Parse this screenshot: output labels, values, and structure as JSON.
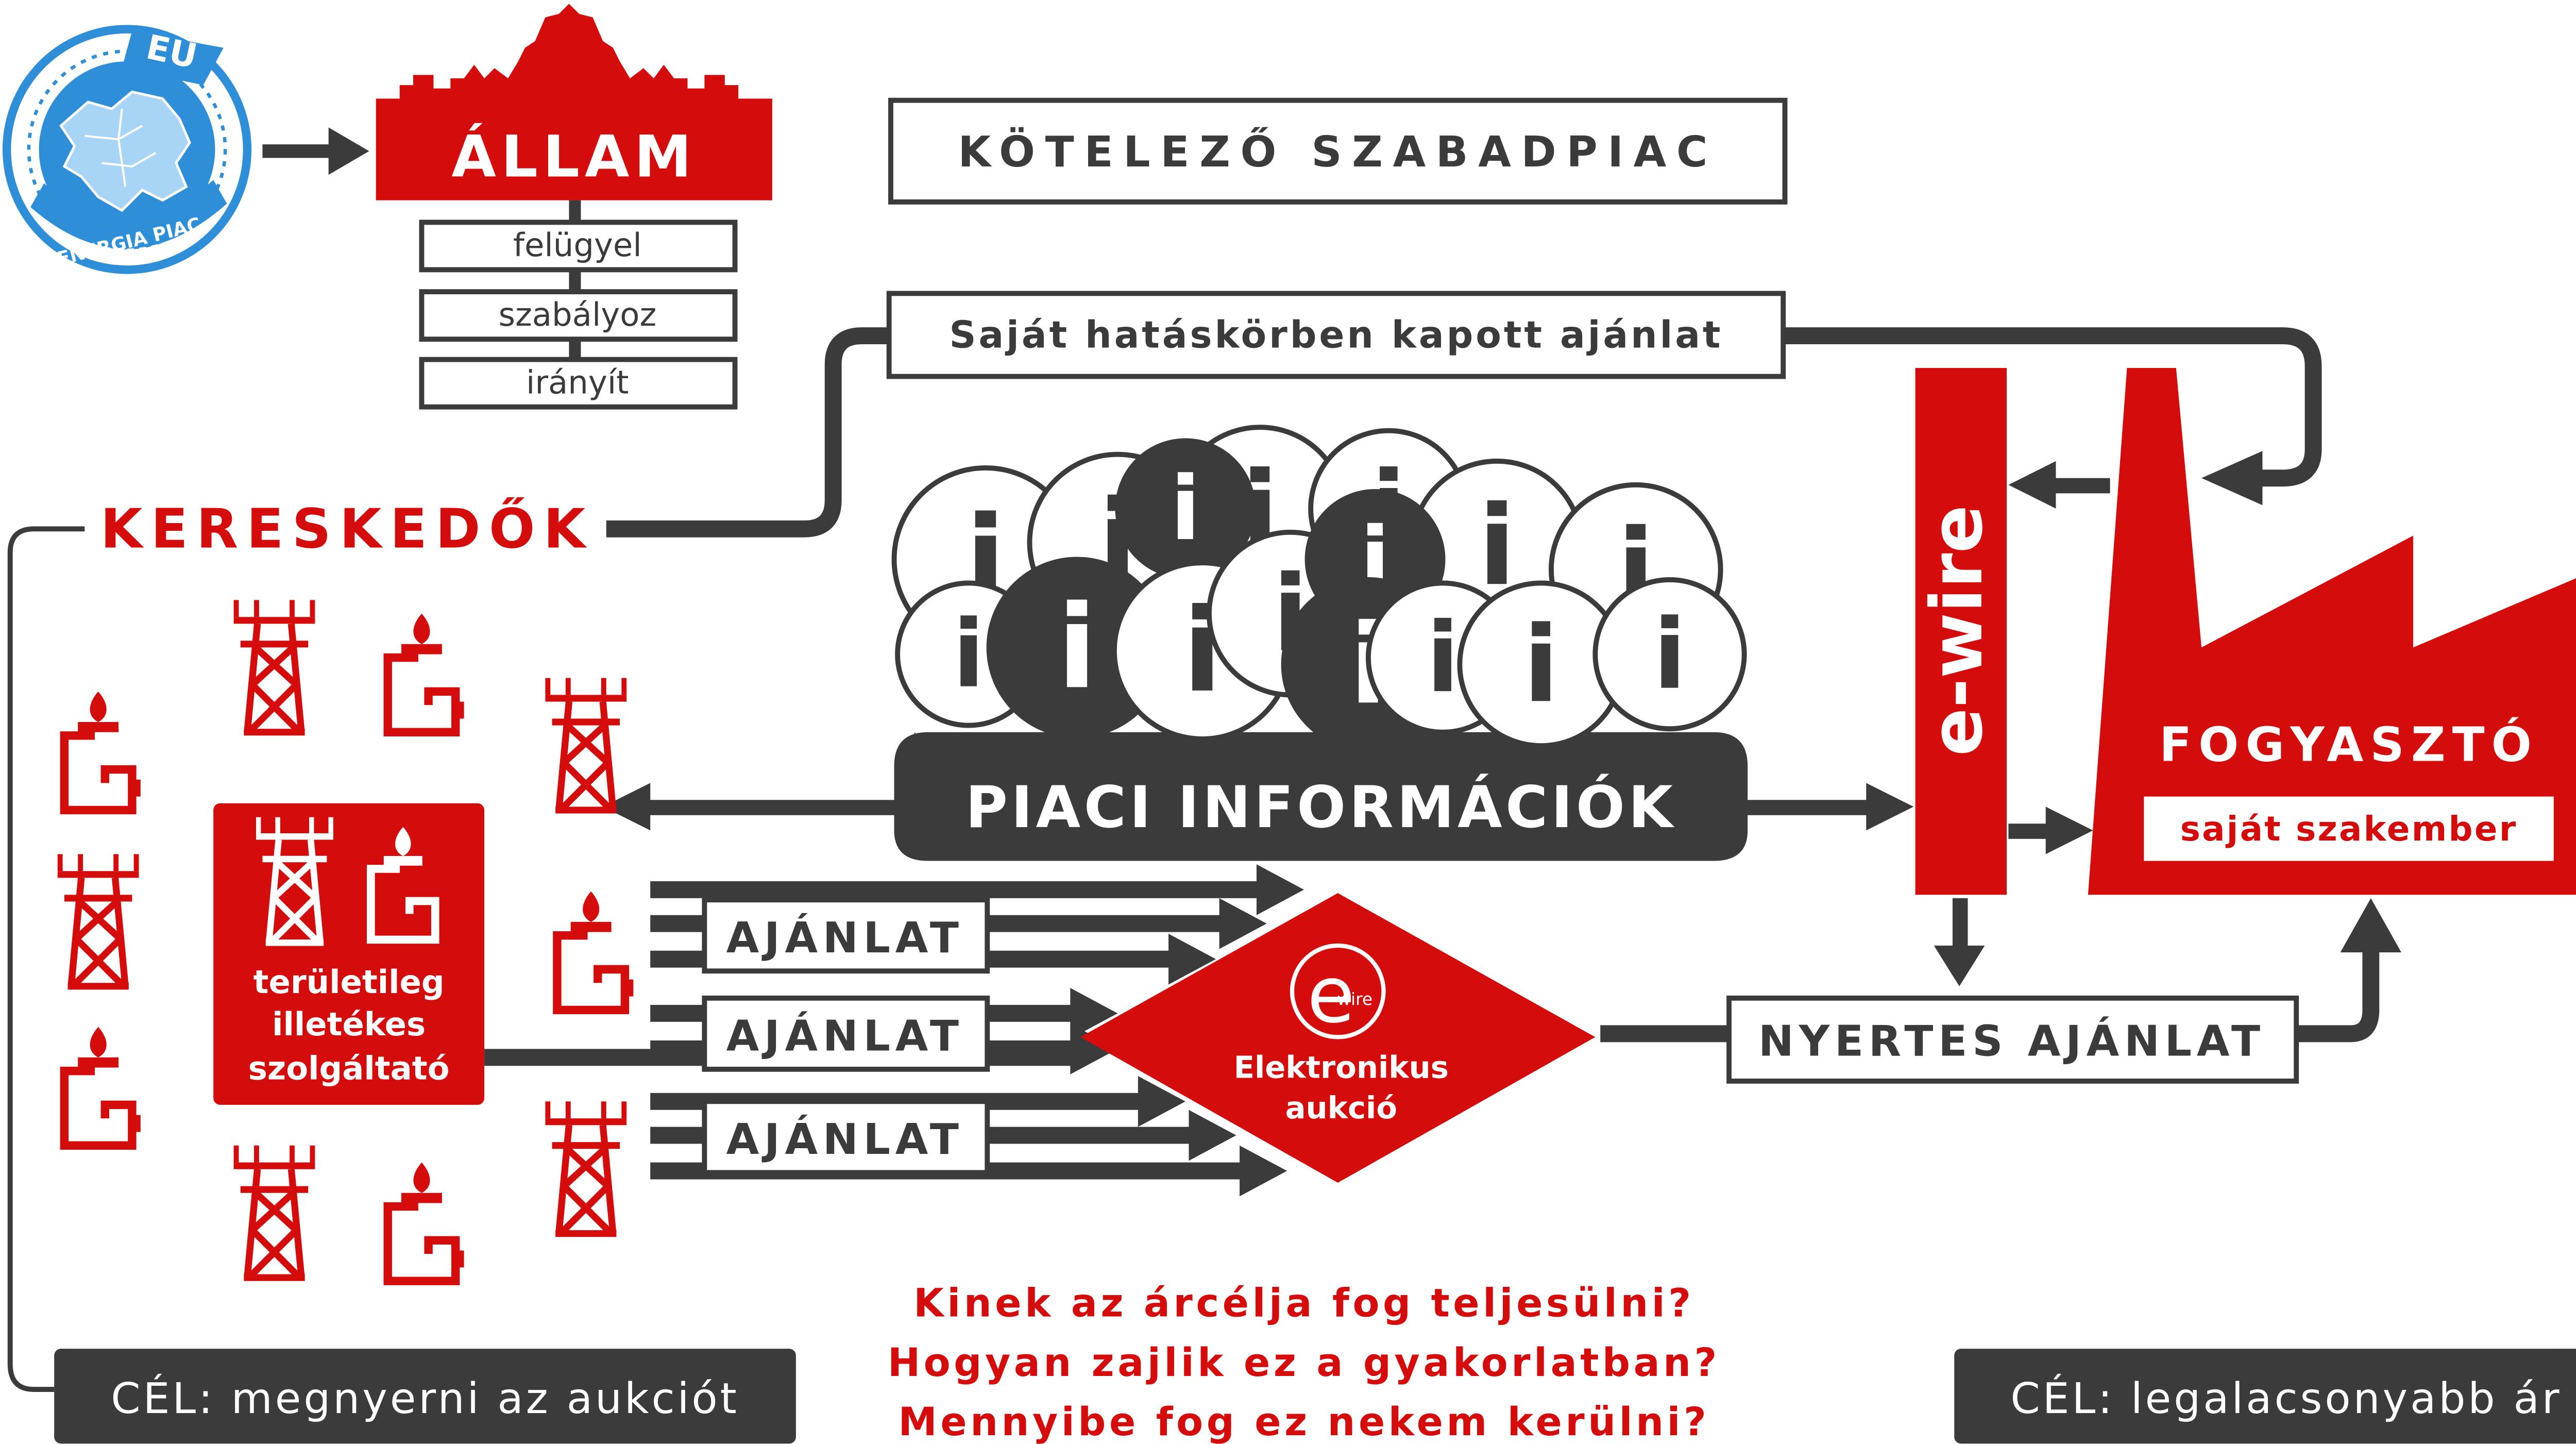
{
  "colors": {
    "red": "#d50c0c",
    "dark": "#3b3b3b",
    "white": "#ffffff",
    "eu_blue": "#2e8fd8"
  },
  "eu_badge": {
    "top": "EU",
    "bottom": "ENERGIA PIAC"
  },
  "allam": {
    "title": "ÁLLAM",
    "roles": [
      "felügyel",
      "szabályoz",
      "irányít"
    ]
  },
  "header": "KÖTELEZŐ SZABADPIAC",
  "own_offer": "Saját hatáskörben kapott ajánlat",
  "traders": "KERESKEDŐK",
  "market_info": "PIACI INFORMÁCIÓK",
  "info_symbol": "i",
  "ewire": {
    "vertical": "e-wire",
    "logo_e": "e",
    "logo_wire": "wire"
  },
  "consumer": {
    "title": "FOGYASZTÓ",
    "expert": "saját szakember"
  },
  "local_provider": [
    "területileg",
    "illetékes",
    "szolgáltató"
  ],
  "offers": [
    "AJÁNLAT",
    "AJÁNLAT",
    "AJÁNLAT"
  ],
  "auction": [
    "Elektronikus",
    "aukció"
  ],
  "winning_offer": "NYERTES AJÁNLAT",
  "questions": [
    "Kinek az árcélja fog teljesülni?",
    "Hogyan zajlik ez a gyakorlatban?",
    "Mennyibe fog ez nekem kerülni?"
  ],
  "goal_traders": "CÉL: megnyerni az aukciót",
  "goal_consumer": "CÉL: legalacsonyabb ár"
}
